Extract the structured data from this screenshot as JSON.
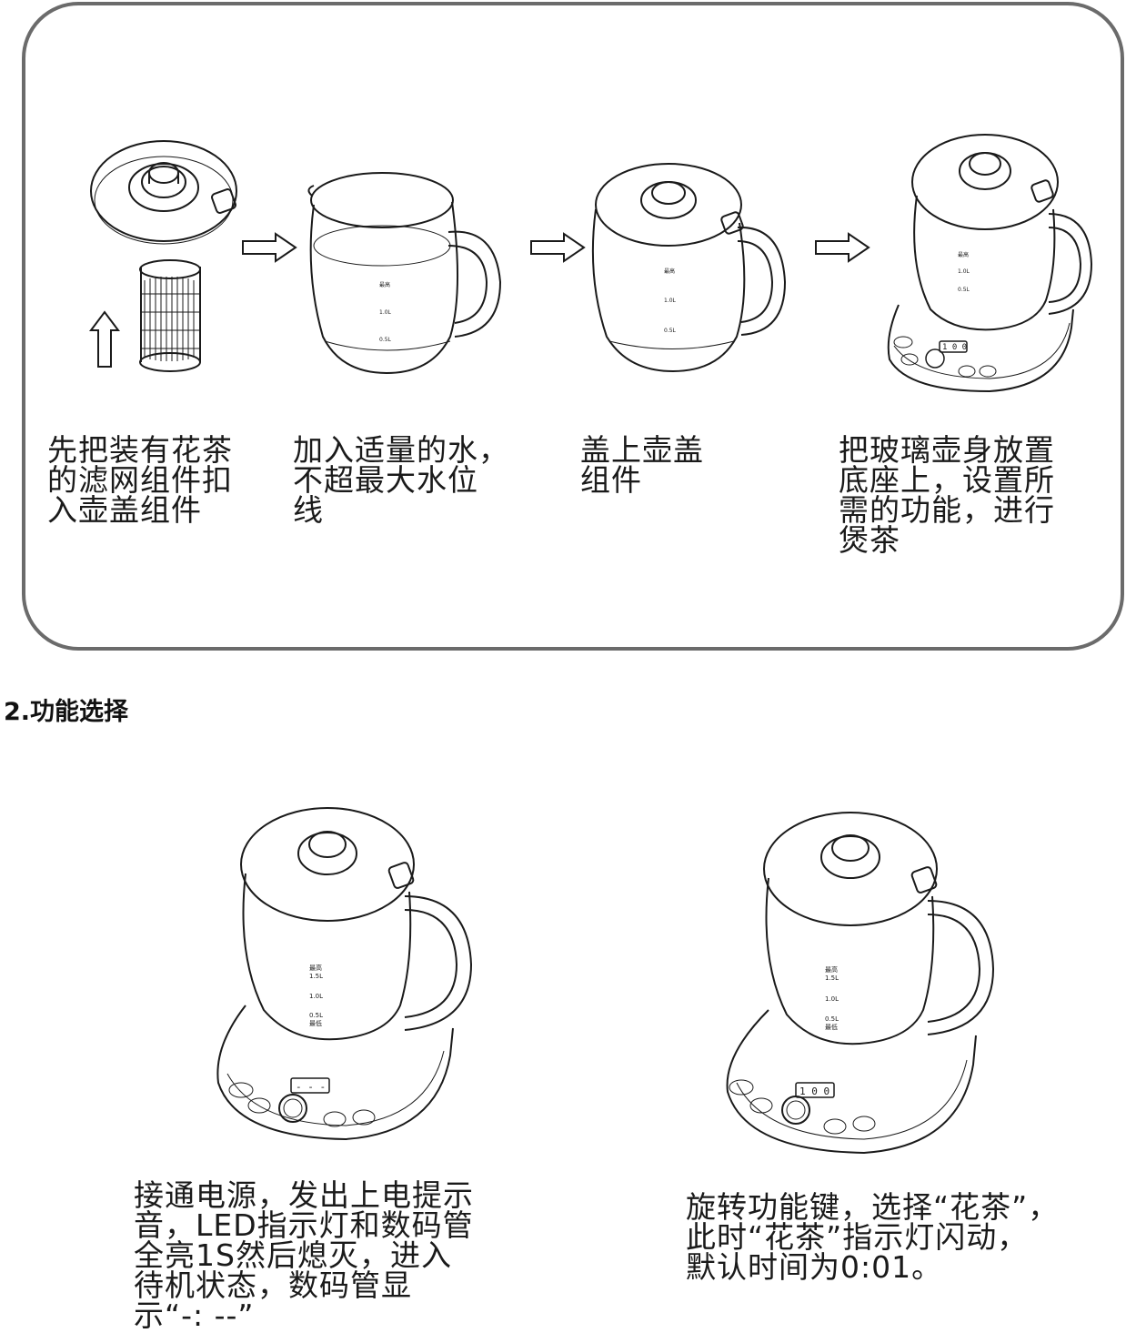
{
  "steps": [
    {
      "id": "step1",
      "caption": "先把装有花茶\n的滤网组件扣\n入壶盖组件"
    },
    {
      "id": "step2",
      "caption": "加入适量的水，\n不超最大水位\n线"
    },
    {
      "id": "step3",
      "caption": "盖上壶盖\n组件"
    },
    {
      "id": "step4",
      "caption": "把玻璃壶身放置\n底座上，设置所\n需的功能，进行\n煲茶"
    }
  ],
  "section": {
    "title": "2.功能选择"
  },
  "function_steps": [
    {
      "id": "func1",
      "caption": "接通电源，发出上电提示\n音，LED指示灯和数码管\n全亮1S然后熄灭，进入\n待机状态，数码管显\n示“-: --”",
      "display": "- - -"
    },
    {
      "id": "func2",
      "caption": "旋转功能键，选择“花茶”，\n此时“花茶”指示灯闪动，\n默认时间为0:01。",
      "display": "1 0 0"
    }
  ],
  "kettle_labels": {
    "max": "最高",
    "max_vol": "1.5L",
    "mid": "1.0L",
    "min_vol": "0.5L",
    "min": "最低"
  },
  "colors": {
    "line": "#1a1a1a",
    "panel_border": "#6b6b6b"
  }
}
